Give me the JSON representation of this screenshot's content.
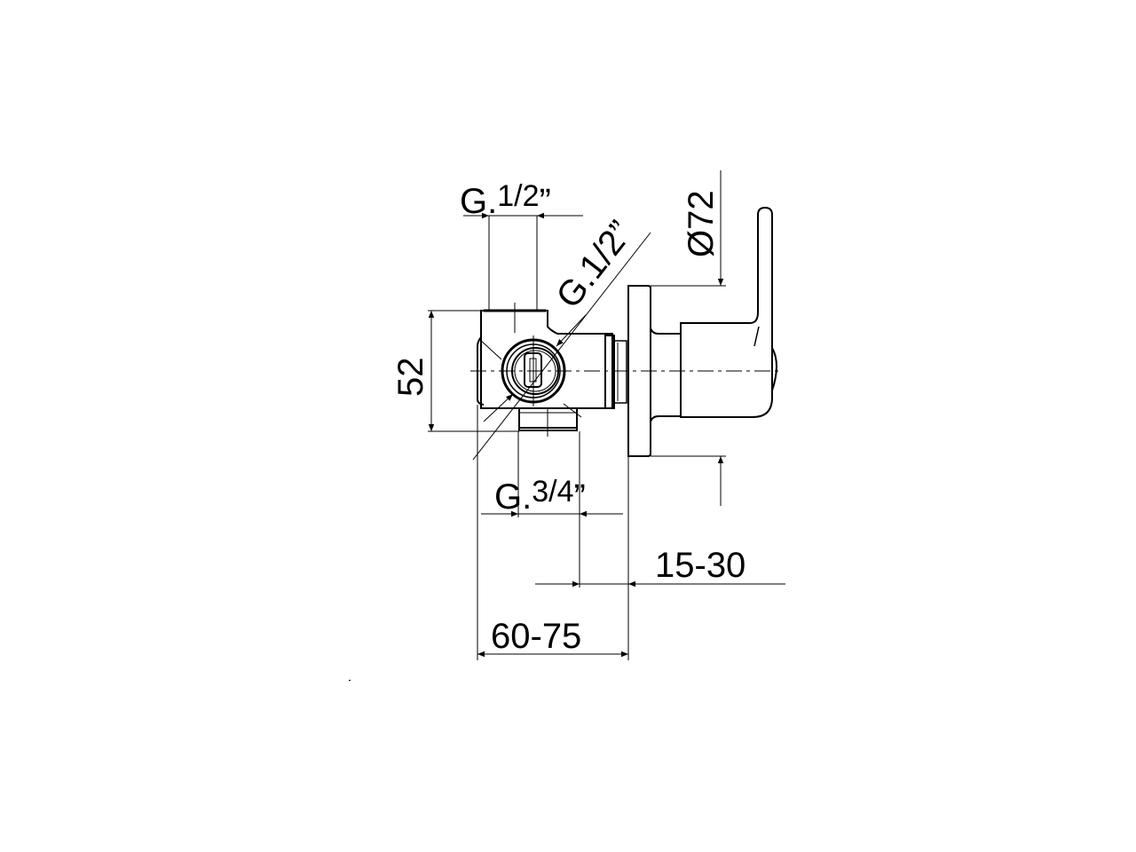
{
  "drawing": {
    "type": "technical-dimension-drawing",
    "subject": "concealed single-lever mixer valve with lever handle",
    "stroke_color": "#000000",
    "background": "#ffffff"
  },
  "dimensions": {
    "top_inlet": {
      "prefix": "G.",
      "fraction": "1/2",
      "suffix": "”"
    },
    "diagonal_inlet": {
      "prefix": "G.",
      "fraction": "1/2",
      "suffix": "”"
    },
    "bottom_outlet": {
      "prefix": "G.",
      "fraction": "3/4",
      "suffix": "”"
    },
    "body_height": "52",
    "plate_diameter": "Ø72",
    "wall_offset": "15-30",
    "body_depth": "60-75"
  }
}
